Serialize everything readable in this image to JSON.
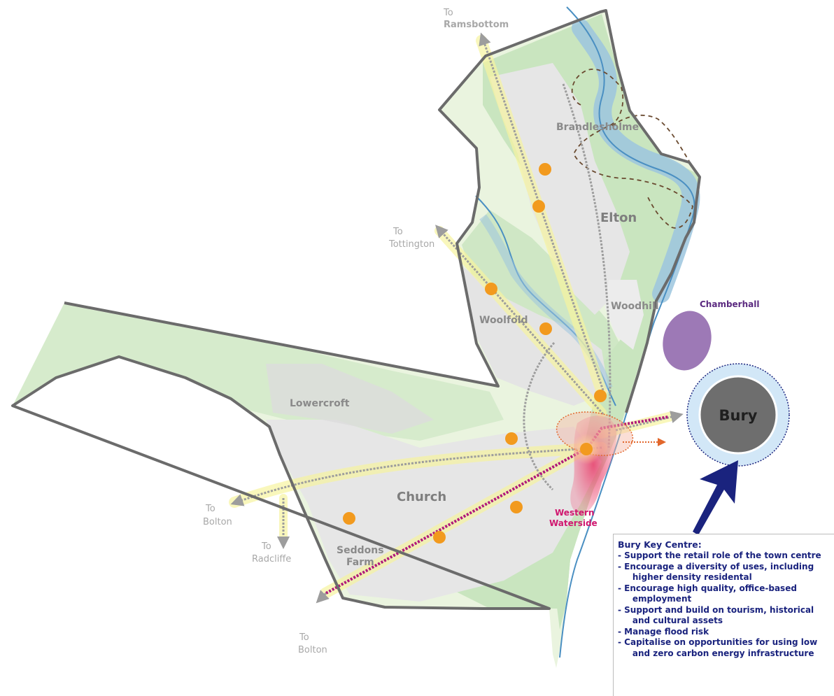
{
  "colors": {
    "boundary": "#6b6b6b",
    "green": "#c9e5bf",
    "pale_green": "#eaf4df",
    "urban_grey": "#e4e4e4",
    "river": "#9cc5de",
    "river_line": "#4a8fc2",
    "node": "#f29a1e",
    "corridor_glow": "#f7f4a0",
    "rail": "#b0197a",
    "chamberhall": "#9d79b6",
    "bury_core": "#6e6e6e",
    "bury_ring": "#d2e7f7",
    "western_waterside": "#d0176f",
    "key_text": "#1a237e"
  },
  "places": {
    "brandlesholme": "Brandlesholme",
    "elton": "Elton",
    "woodhill": "Woodhill",
    "woolfold": "Woolfold",
    "lowercroft": "Lowercroft",
    "church": "Church",
    "seddons_farm_line1": "Seddons",
    "seddons_farm_line2": "Farm",
    "chamberhall": "Chamberhall",
    "bury": "Bury",
    "western_waterside_line1": "Western",
    "western_waterside_line2": "Waterside"
  },
  "destinations": {
    "ramsbottom": {
      "to": "To",
      "name": "Ramsbottom"
    },
    "tottington": {
      "to": "To",
      "name": "Tottington"
    },
    "bolton_west": {
      "to": "To",
      "name": "Bolton"
    },
    "radcliffe": {
      "to": "To",
      "name": "Radcliffe"
    },
    "bolton_south": {
      "to": "To",
      "name": "Bolton"
    }
  },
  "key_centre": {
    "title": "Bury Key Centre:",
    "items": [
      "- Support the retail role of the town centre",
      "- Encourage a diversity of uses, including",
      "     higher density residental",
      "- Encourage high quality, office-based",
      "     employment",
      "- Support and build on tourism, historical",
      "     and cultural assets",
      "- Manage flood risk",
      "- Capitalise on opportunities for using low",
      "     and zero carbon energy infrastructure"
    ]
  }
}
